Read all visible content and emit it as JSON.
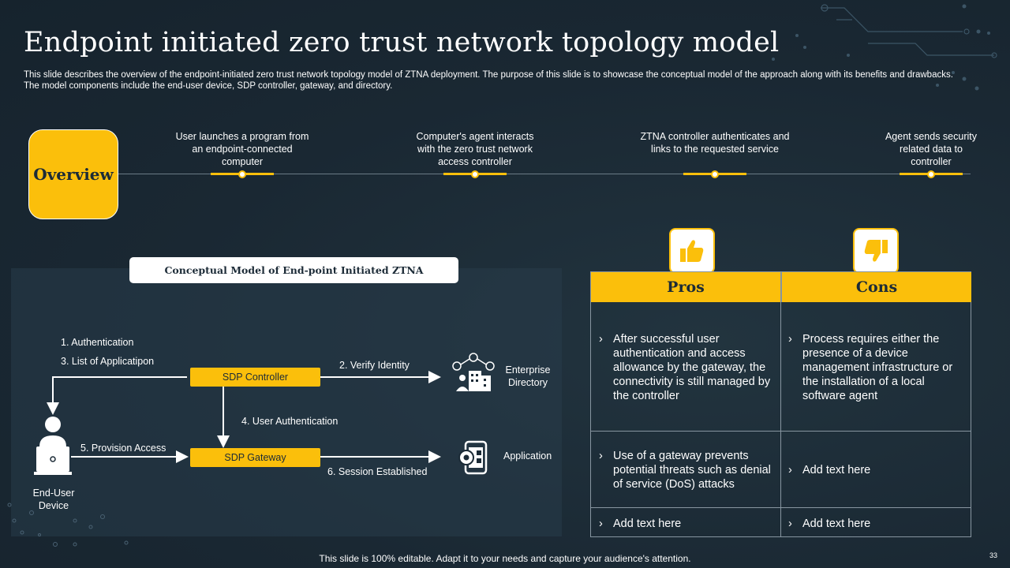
{
  "title": "Endpoint initiated zero trust network topology model",
  "description": "This slide describes the overview of the endpoint-initiated zero trust network topology model of ZTNA deployment. The purpose of this slide is to showcase the conceptual model of the approach along with its benefits and drawbacks. The model components include the end-user device, SDP controller, gateway, and directory.",
  "overview_label": "Overview",
  "steps": [
    {
      "text": "User launches a program from an endpoint-connected computer"
    },
    {
      "text": "Computer's agent interacts with the zero trust network access controller"
    },
    {
      "text": "ZTNA controller authenticates and links to the requested service"
    },
    {
      "text": "Agent sends security related data to controller"
    }
  ],
  "diagram": {
    "label": "Conceptual Model of End-point Initiated ZTNA",
    "auth_label": "1. Authentication",
    "list_label": "3. List of Applicatipon",
    "sdp_controller": "SDP Controller",
    "verify_label": "2. Verify Identity",
    "enterprise_directory": "Enterprise Directory",
    "user_auth_label": "4. User Authentication",
    "provision_label": "5. Provision Access",
    "sdp_gateway": "SDP Gateway",
    "session_label": "6. Session Established",
    "application": "Application",
    "end_user_device": "End-User Device"
  },
  "table": {
    "pros_header": "Pros",
    "cons_header": "Cons",
    "chevron": "›",
    "rows": [
      {
        "pro": "After successful user authentication and access allowance by the gateway, the connectivity is still managed by the controller",
        "con": "Process requires either the presence of a device management infrastructure or the installation of a local software agent"
      },
      {
        "pro": "Use of a gateway prevents potential threats such as denial of service (DoS) attacks",
        "con": "Add text here"
      },
      {
        "pro": "Add text here",
        "con": "Add text here"
      }
    ]
  },
  "footer": "This slide is 100% editable. Adapt it to your needs and capture your audience's attention.",
  "page_number": "33",
  "colors": {
    "accent": "#fbbf0b",
    "background": "#1b2a36",
    "text": "#ffffff"
  },
  "icons": [
    "thumbs-up-icon",
    "thumbs-down-icon",
    "user-laptop-icon",
    "enterprise-directory-icon",
    "application-icon"
  ]
}
